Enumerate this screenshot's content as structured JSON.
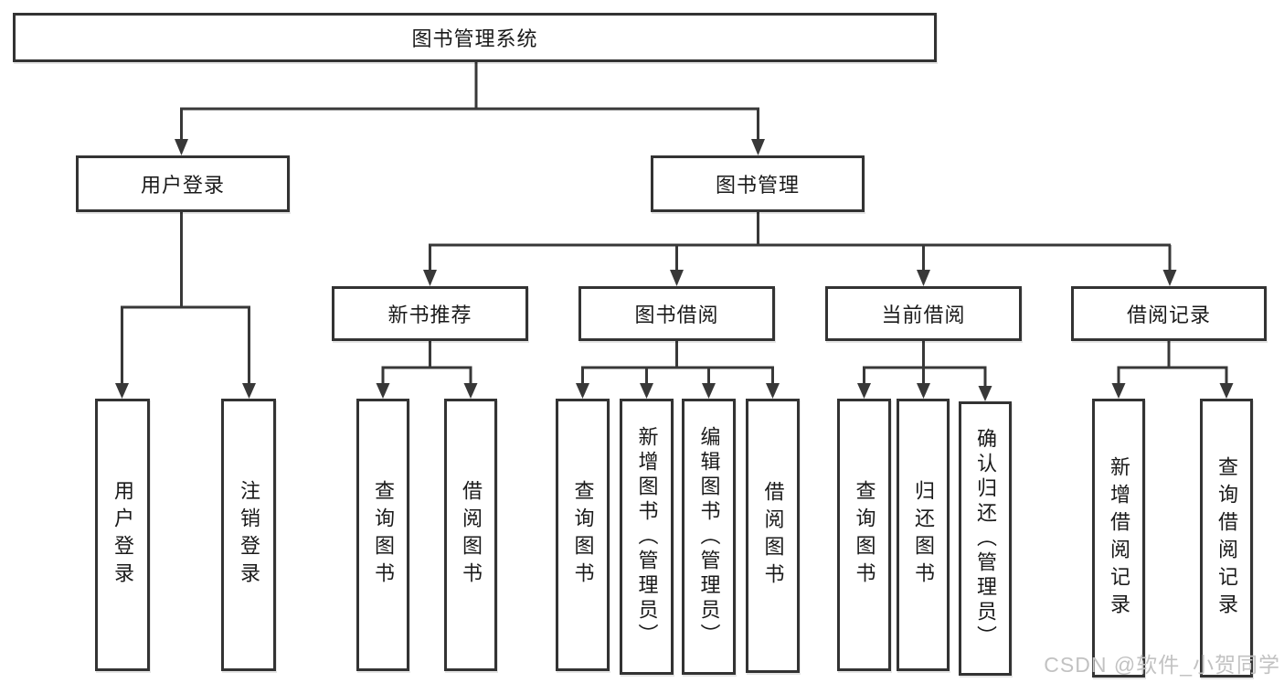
{
  "diagram": {
    "root": {
      "label": "图书管理系统"
    },
    "level2": {
      "user": "用户登录",
      "mgmt": "图书管理"
    },
    "level3": {
      "recommend": "新书推荐",
      "borrow": "图书借阅",
      "current": "当前借阅",
      "records": "借阅记录"
    },
    "leaves": {
      "user": [
        "用户登录",
        "注销登录"
      ],
      "recommend": [
        "查询图书",
        "借阅图书"
      ],
      "borrow": [
        "查询图书",
        "新增图书（管理员）",
        "编辑图书（管理员）",
        "借阅图书"
      ],
      "current": [
        "查询图书",
        "归还图书",
        "确认归还（管理员）"
      ],
      "records": [
        "新增借阅记录",
        "查询借阅记录"
      ]
    }
  },
  "watermark": "CSDN @软件_小贺同学",
  "colors": {
    "line": "#383838",
    "box_border": "#333333",
    "text": "#1a1a1a",
    "watermark": "#c2c2c2",
    "background": "#ffffff"
  }
}
